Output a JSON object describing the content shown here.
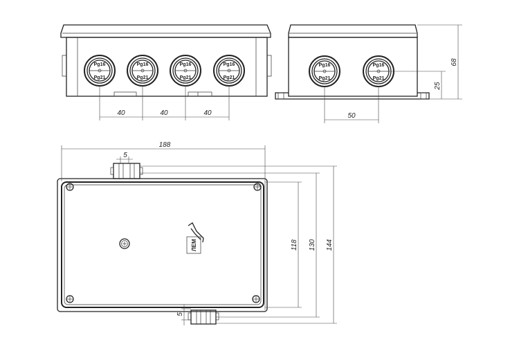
{
  "front_view": {
    "gland_top_label": "Pg16",
    "gland_bottom_label": "Pg21",
    "spacing_labels": [
      "40",
      "40",
      "40"
    ]
  },
  "side_view": {
    "gland_top_label": "Pg16",
    "gland_bottom_label": "Pg21",
    "spacing_label": "50",
    "height_label": "68",
    "axis_height_label": "25"
  },
  "plan_view": {
    "width_label": "188",
    "gland_width_top_label": "5",
    "gland_width_bottom_label": "5",
    "height_labels": [
      "118",
      "130",
      "144"
    ],
    "logo_text": "ЛЕМ"
  }
}
